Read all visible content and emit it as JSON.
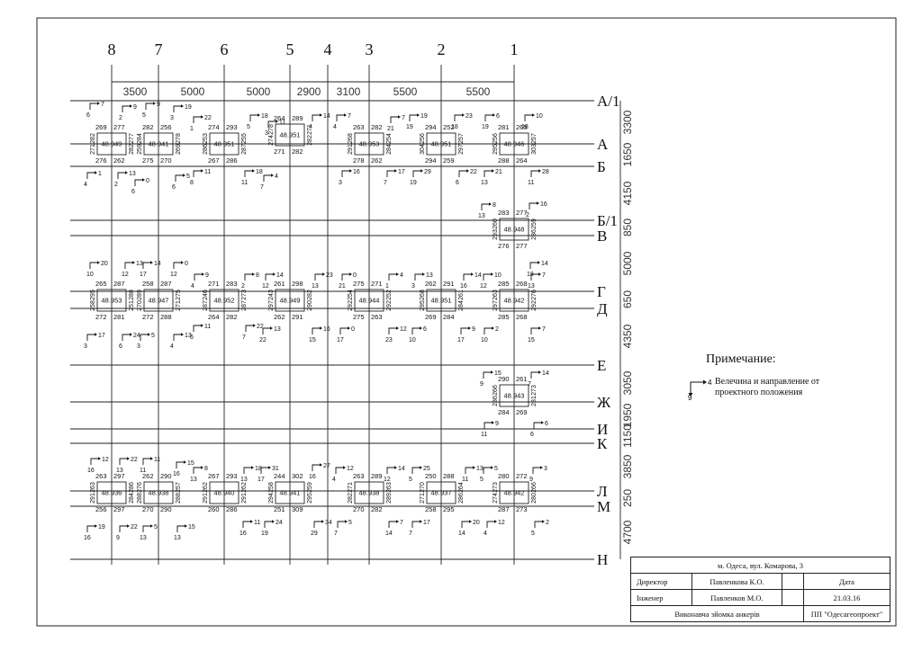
{
  "axes_numbers": [
    "8",
    "7",
    "6",
    "5",
    "4",
    "3",
    "2",
    "1"
  ],
  "dimensions_top": [
    "3500",
    "5000",
    "5000",
    "2900",
    "3100",
    "5500",
    "5500"
  ],
  "axes_letters": [
    "А/1",
    "А",
    "Б",
    "Б/1",
    "В",
    "Г",
    "Д",
    "Е",
    "Ж",
    "И",
    "К",
    "Л",
    "М",
    "Н"
  ],
  "dimensions_right": [
    "3300",
    "1650",
    "4150",
    "850",
    "5000",
    "650",
    "4350",
    "3050",
    "1950",
    "1150",
    "3850",
    "250",
    "4700"
  ],
  "anchor_blocks": [
    {
      "tl": "269",
      "tr": "277",
      "left": "282",
      "right": "277",
      "bl": "276",
      "br": "262",
      "elev": "48.949",
      "l2": "271",
      "r2": "282"
    },
    {
      "tl": "282",
      "tr": "256",
      "left": "284",
      "right": "278",
      "bl": "275",
      "br": "270",
      "elev": "48.941",
      "l2": "259",
      "r2": "269"
    },
    {
      "tl": "274",
      "tr": "293",
      "left": "253",
      "right": "255",
      "bl": "267",
      "br": "286",
      "elev": "48.951",
      "l2": "286",
      "r2": "287"
    },
    {
      "tl": "264",
      "tr": "289",
      "left": "278",
      "right": "271",
      "bl": "271",
      "br": "282",
      "elev": "48.951",
      "l2": "274",
      "r2": "282"
    },
    {
      "tl": "263",
      "tr": "282",
      "left": "268",
      "right": "254",
      "bl": "278",
      "br": "262",
      "elev": "48.953",
      "l2": "291",
      "r2": "284"
    },
    {
      "tl": "294",
      "tr": "252",
      "left": "256",
      "right": "257",
      "bl": "294",
      "br": "259",
      "elev": "48.951",
      "l2": "304",
      "r2": "297"
    },
    {
      "tl": "281",
      "tr": "265",
      "left": "256",
      "right": "257",
      "bl": "288",
      "br": "264",
      "elev": "48.946",
      "l2": "295",
      "r2": "303"
    },
    {
      "tl": "283",
      "tr": "277",
      "left": "260",
      "right": "259",
      "bl": "276",
      "br": "277",
      "elev": "48.948",
      "l2": "293",
      "r2": "286"
    },
    {
      "tl": "265",
      "tr": "287",
      "left": "295",
      "right": "288",
      "bl": "272",
      "br": "281",
      "elev": "48.953",
      "l2": "258",
      "r2": "251"
    },
    {
      "tl": "258",
      "tr": "287",
      "left": "289",
      "right": "275",
      "bl": "272",
      "br": "288",
      "elev": "48.947",
      "l2": "270",
      "r2": "271"
    },
    {
      "tl": "271",
      "tr": "283",
      "left": "246",
      "right": "273",
      "bl": "264",
      "br": "282",
      "elev": "48.952",
      "l2": "287",
      "r2": "287"
    },
    {
      "tl": "261",
      "tr": "298",
      "left": "243",
      "right": "282",
      "bl": "262",
      "br": "291",
      "elev": "48.949",
      "l2": "297",
      "r2": "290"
    },
    {
      "tl": "275",
      "tr": "271",
      "left": "254",
      "right": "252",
      "bl": "275",
      "br": "263",
      "elev": "48.944",
      "l2": "292",
      "r2": "292"
    },
    {
      "tl": "262",
      "tr": "291",
      "left": "268",
      "right": "261",
      "bl": "269",
      "br": "284",
      "elev": "48.951",
      "l2": "295",
      "r2": "284"
    },
    {
      "tl": "285",
      "tr": "268",
      "left": "263",
      "right": "276",
      "bl": "285",
      "br": "268",
      "elev": "48.942",
      "l2": "297",
      "r2": "292"
    },
    {
      "tl": "290",
      "tr": "261",
      "left": "266",
      "right": "273",
      "bl": "284",
      "br": "269",
      "elev": "48.943",
      "l2": "286",
      "r2": "281"
    },
    {
      "tl": "263",
      "tr": "297",
      "left": "263",
      "right": "286",
      "bl": "256",
      "br": "297",
      "elev": "48.936",
      "l2": "291",
      "r2": "284"
    },
    {
      "tl": "262",
      "tr": "290",
      "left": "276",
      "right": "257",
      "bl": "270",
      "br": "290",
      "elev": "48.938",
      "l2": "288",
      "r2": "288"
    },
    {
      "tl": "267",
      "tr": "293",
      "left": "262",
      "right": "262",
      "bl": "260",
      "br": "286",
      "elev": "48.940",
      "l2": "291",
      "r2": "291"
    },
    {
      "tl": "244",
      "tr": "302",
      "left": "258",
      "right": "259",
      "bl": "251",
      "br": "309",
      "elev": "48.941",
      "l2": "294",
      "r2": "295"
    },
    {
      "tl": "263",
      "tr": "289",
      "left": "271",
      "right": "263",
      "bl": "270",
      "br": "282",
      "elev": "48.938",
      "l2": "282",
      "r2": "289"
    },
    {
      "tl": "250",
      "tr": "288",
      "left": "270",
      "right": "264",
      "bl": "258",
      "br": "295",
      "elev": "48.937",
      "l2": "271",
      "r2": "286"
    },
    {
      "tl": "280",
      "tr": "272",
      "left": "273",
      "right": "266",
      "bl": "287",
      "br": "273",
      "elev": "48.942",
      "l2": "274",
      "r2": "280"
    }
  ],
  "offsets": [
    {
      "a": "7",
      "b": "6"
    },
    {
      "a": "9",
      "b": "2"
    },
    {
      "a": "9",
      "b": "5"
    },
    {
      "a": "19",
      "b": "3"
    },
    {
      "a": "22",
      "b": "1"
    },
    {
      "a": "18",
      "b": "5"
    },
    {
      "a": "11",
      "b": "3"
    },
    {
      "a": "14",
      "b": "4"
    },
    {
      "a": "7",
      "b": "4"
    },
    {
      "a": "7",
      "b": "21"
    },
    {
      "a": "19",
      "b": "19"
    },
    {
      "a": "23",
      "b": "18"
    },
    {
      "a": "6",
      "b": "19"
    },
    {
      "a": "10",
      "b": "18"
    },
    {
      "a": "1",
      "b": "4"
    },
    {
      "a": "13",
      "b": "2"
    },
    {
      "a": "0",
      "b": "6"
    },
    {
      "a": "5",
      "b": "6"
    },
    {
      "a": "11",
      "b": "8"
    },
    {
      "a": "18",
      "b": "11"
    },
    {
      "a": "4",
      "b": "7"
    },
    {
      "a": "16",
      "b": "3"
    },
    {
      "a": "17",
      "b": "7"
    },
    {
      "a": "29",
      "b": "19"
    },
    {
      "a": "22",
      "b": "6"
    },
    {
      "a": "21",
      "b": "13"
    },
    {
      "a": "28",
      "b": "11"
    },
    {
      "a": "8",
      "b": "13"
    },
    {
      "a": "16",
      "b": "2"
    },
    {
      "a": "20",
      "b": "10"
    },
    {
      "a": "13",
      "b": "12"
    },
    {
      "a": "14",
      "b": "17"
    },
    {
      "a": "0",
      "b": "12"
    },
    {
      "a": "9",
      "b": "4"
    },
    {
      "a": "8",
      "b": "2"
    },
    {
      "a": "14",
      "b": "12"
    },
    {
      "a": "23",
      "b": "13"
    },
    {
      "a": "0",
      "b": "21"
    },
    {
      "a": "4",
      "b": "1"
    },
    {
      "a": "13",
      "b": "3"
    },
    {
      "a": "14",
      "b": "16"
    },
    {
      "a": "10",
      "b": "12"
    },
    {
      "a": "14",
      "b": "18"
    },
    {
      "a": "7",
      "b": "13"
    },
    {
      "a": "17",
      "b": "3"
    },
    {
      "a": "24",
      "b": "6"
    },
    {
      "a": "5",
      "b": "3"
    },
    {
      "a": "13",
      "b": "4"
    },
    {
      "a": "11",
      "b": "6"
    },
    {
      "a": "22",
      "b": "7"
    },
    {
      "a": "13",
      "b": "22"
    },
    {
      "a": "16",
      "b": "15"
    },
    {
      "a": "0",
      "b": "17"
    },
    {
      "a": "12",
      "b": "23"
    },
    {
      "a": "6",
      "b": "10"
    },
    {
      "a": "9",
      "b": "17"
    },
    {
      "a": "2",
      "b": "10"
    },
    {
      "a": "7",
      "b": "15"
    },
    {
      "a": "15",
      "b": "9"
    },
    {
      "a": "14",
      "b": "7"
    },
    {
      "a": "9",
      "b": "11"
    },
    {
      "a": "6",
      "b": "6"
    },
    {
      "a": "12",
      "b": "16"
    },
    {
      "a": "22",
      "b": "13"
    },
    {
      "a": "11",
      "b": "11"
    },
    {
      "a": "15",
      "b": "16"
    },
    {
      "a": "8",
      "b": "13"
    },
    {
      "a": "18",
      "b": "13"
    },
    {
      "a": "31",
      "b": "17"
    },
    {
      "a": "27",
      "b": "16"
    },
    {
      "a": "12",
      "b": "4"
    },
    {
      "a": "14",
      "b": "12"
    },
    {
      "a": "25",
      "b": "5"
    },
    {
      "a": "13",
      "b": "11"
    },
    {
      "a": "5",
      "b": "5"
    },
    {
      "a": "3",
      "b": "9"
    },
    {
      "a": "19",
      "b": "16"
    },
    {
      "a": "22",
      "b": "9"
    },
    {
      "a": "5",
      "b": "13"
    },
    {
      "a": "15",
      "b": "13"
    },
    {
      "a": "11",
      "b": "16"
    },
    {
      "a": "24",
      "b": "19"
    },
    {
      "a": "34",
      "b": "29"
    },
    {
      "a": "5",
      "b": "7"
    },
    {
      "a": "7",
      "b": "14"
    },
    {
      "a": "17",
      "b": "7"
    },
    {
      "a": "20",
      "b": "14"
    },
    {
      "a": "12",
      "b": "4"
    },
    {
      "a": "2",
      "b": "5"
    }
  ],
  "note": {
    "title": "Примечание:",
    "text": "Велечина и направление от проектного положения",
    "icon_a": "4",
    "icon_b": "9"
  },
  "title_block": {
    "address": "м. Одеса, вул. Комарова, 3",
    "director_role": "Директор",
    "director_name": "Павленкова К.О.",
    "engineer_role": "Інженер",
    "engineer_name": "Павленков М.О.",
    "date_label": "Дата",
    "date_value": "21.03.16",
    "drawing_title": "Виконавча зйомка анкерів",
    "company": "ПП \"Одесагеопроект\""
  }
}
